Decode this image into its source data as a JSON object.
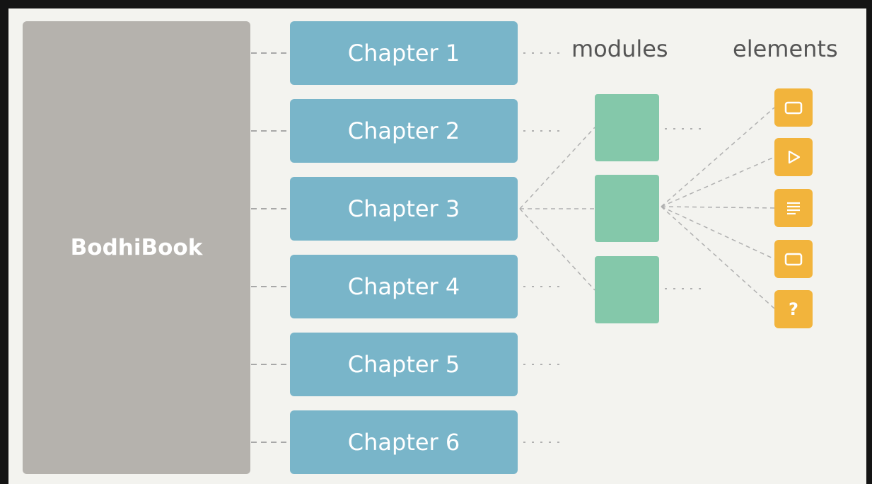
{
  "book": {
    "label": "BodhiBook"
  },
  "chapters": [
    {
      "label": "Chapter 1"
    },
    {
      "label": "Chapter 2"
    },
    {
      "label": "Chapter 3"
    },
    {
      "label": "Chapter 4"
    },
    {
      "label": "Chapter 5"
    },
    {
      "label": "Chapter 6"
    }
  ],
  "headers": {
    "modules": "modules",
    "elements": "elements"
  },
  "elements": [
    {
      "icon": "window-icon"
    },
    {
      "icon": "play-icon"
    },
    {
      "icon": "text-lines-icon"
    },
    {
      "icon": "window-icon"
    },
    {
      "icon": "question-icon",
      "glyph": "?"
    }
  ],
  "colors": {
    "book": "#b5b2ad",
    "chapter": "#79b5c9",
    "module": "#84c8aa",
    "element": "#f2b43c",
    "background": "#f3f3ef",
    "frame": "#141414"
  }
}
